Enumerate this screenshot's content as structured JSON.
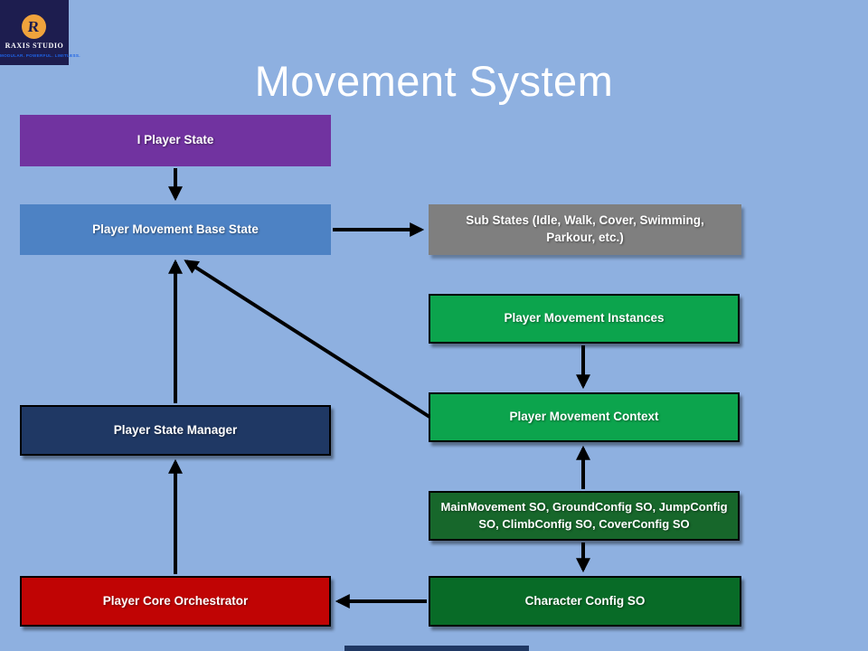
{
  "logo": {
    "studio_name": "RAXIS STUDIO",
    "tagline": "MODULAR. POWERFUL. LIMITLESS.",
    "monogram_letter": "R",
    "colors": {
      "background": "#1d1d4f",
      "circle": "#f0a33c",
      "tagline_text": "#1e63e6"
    }
  },
  "title": "Movement System",
  "diagram": {
    "nodes": [
      {
        "id": "i-player-state",
        "label": "I Player State",
        "color": "#7133a0"
      },
      {
        "id": "player-movement-base-state",
        "label": "Player Movement Base State",
        "color": "#4d82c4"
      },
      {
        "id": "sub-states",
        "label": "Sub States (Idle, Walk, Cover, Swimming, Parkour, etc.)",
        "color": "#7f7f7f"
      },
      {
        "id": "player-movement-instances",
        "label": "Player Movement Instances",
        "color": "#0ca44d"
      },
      {
        "id": "player-movement-context",
        "label": "Player Movement Context",
        "color": "#0ca44d"
      },
      {
        "id": "player-state-manager",
        "label": "Player State Manager",
        "color": "#1f3864"
      },
      {
        "id": "config-sos",
        "label": "MainMovement SO, GroundConfig SO, JumpConfig SO, ClimbConfig SO, CoverConfig SO",
        "color": "#17672b"
      },
      {
        "id": "player-core-orchestrator",
        "label": "Player Core Orchestrator",
        "color": "#c00404"
      },
      {
        "id": "character-config-so",
        "label": "Character Config SO",
        "color": "#086b27"
      }
    ],
    "edges": [
      {
        "from": "i-player-state",
        "to": "player-movement-base-state"
      },
      {
        "from": "player-movement-base-state",
        "to": "sub-states"
      },
      {
        "from": "player-movement-instances",
        "to": "player-movement-context"
      },
      {
        "from": "config-sos",
        "to": "player-movement-context"
      },
      {
        "from": "config-sos",
        "to": "character-config-so"
      },
      {
        "from": "character-config-so",
        "to": "player-core-orchestrator"
      },
      {
        "from": "player-core-orchestrator",
        "to": "player-state-manager"
      },
      {
        "from": "player-state-manager",
        "to": "player-movement-base-state"
      },
      {
        "from": "player-movement-context",
        "to": "player-movement-base-state"
      }
    ]
  },
  "colors": {
    "background": "#8eb0e0",
    "arrow": "#000000",
    "footer_bar": "#1f3864"
  }
}
